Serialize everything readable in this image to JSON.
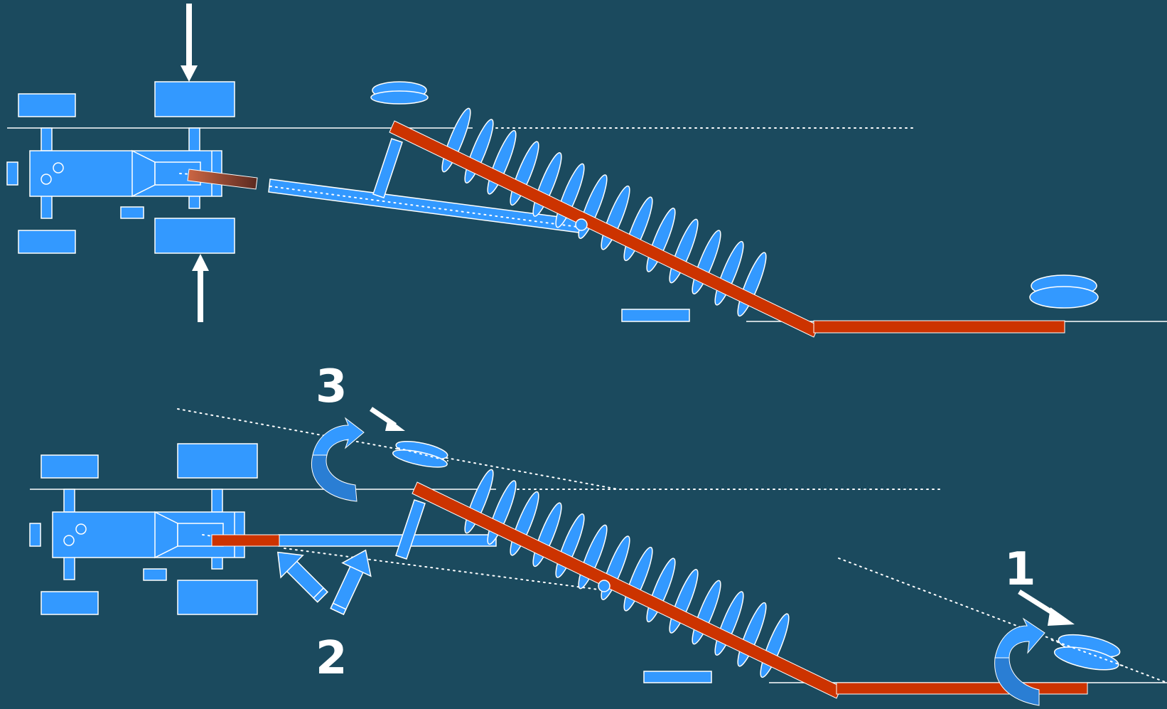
{
  "labels": {
    "step1": "1",
    "step2": "2",
    "step3": "3"
  },
  "colors": {
    "background": "#1b4a5e",
    "component_blue": "#3399ff",
    "rod_red": "#cc3300",
    "outline": "#ffffff"
  }
}
